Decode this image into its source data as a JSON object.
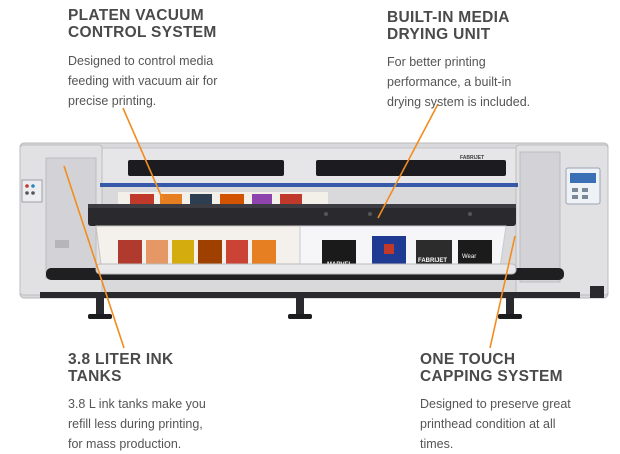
{
  "callouts": {
    "platen": {
      "title_line1": "PLATEN VACUUM",
      "title_line2": "CONTROL SYSTEM",
      "desc_lines": [
        "Designed to control media",
        "feeding with vacuum air for",
        "precise printing."
      ]
    },
    "drying": {
      "title_line1": "BUILT-IN MEDIA",
      "title_line2": "DRYING UNIT",
      "desc_lines": [
        "For better printing",
        "performance, a built-in",
        "drying system is included."
      ]
    },
    "ink": {
      "title_line1": "3.8 LITER INK",
      "title_line2": "TANKS",
      "desc_lines": [
        "3.8 L ink tanks make you",
        "refill less during printing,",
        "for mass production."
      ]
    },
    "capping": {
      "title_line1": "ONE TOUCH",
      "title_line2": "CAPPING SYSTEM",
      "desc_lines": [
        "Designed to preserve great",
        "printhead condition at all",
        "times."
      ]
    }
  },
  "printer": {
    "brand_top": "FABRIJET",
    "brand_front": "FABRIJET",
    "print_words": [
      "MARVEL",
      "Wear"
    ]
  },
  "colors": {
    "accent_line": "#f28c1e",
    "heading": "#4a4a4a",
    "body_text": "#555555"
  }
}
